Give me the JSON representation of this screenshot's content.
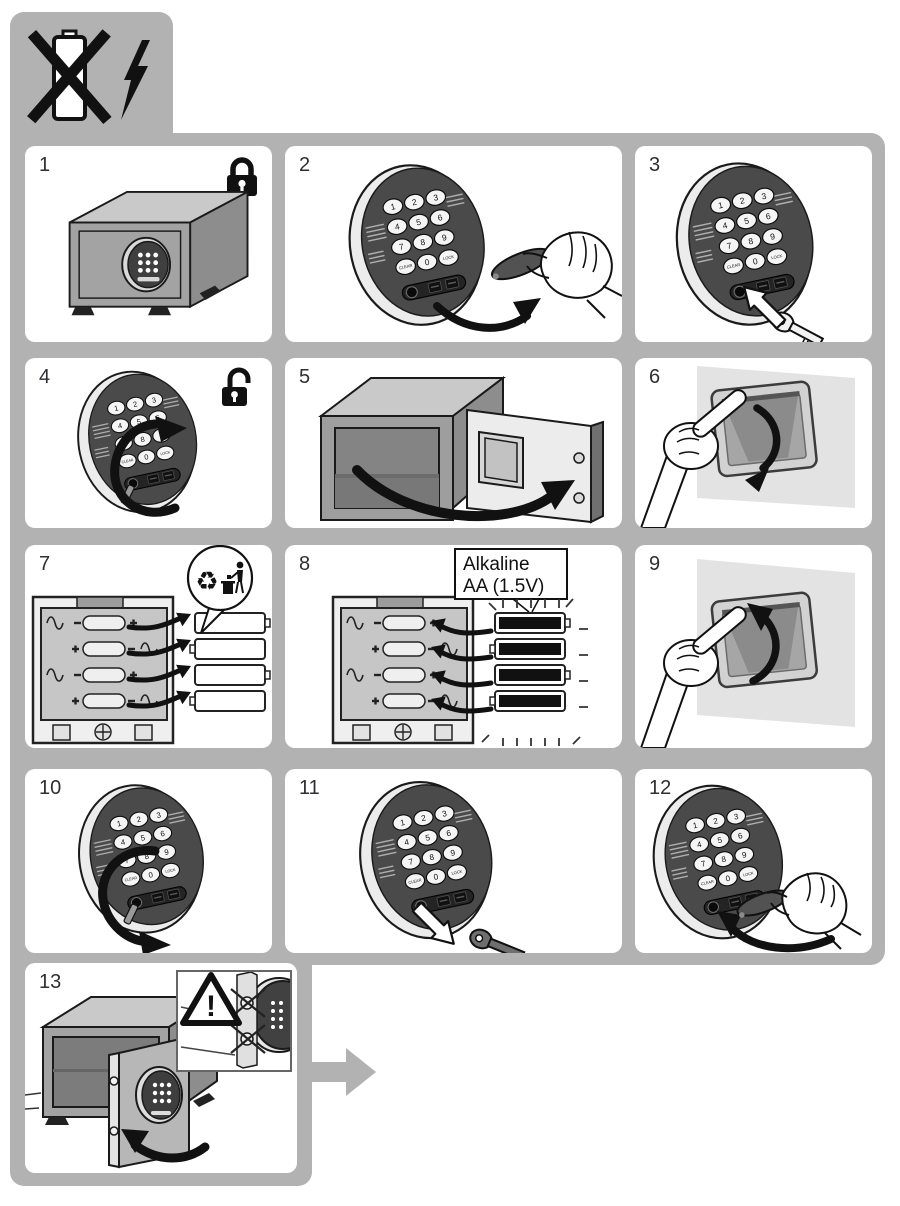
{
  "colors": {
    "background": "#ffffff",
    "block_gray": "#b2b2b2",
    "line": "#1a1a1a",
    "keypad_face": "#4a4a4a"
  },
  "header": {
    "icons": [
      {
        "name": "battery-crossed-icon",
        "meaning": "battery depleted"
      },
      {
        "name": "lightning-bolt-icon",
        "meaning": "power"
      }
    ]
  },
  "keypad": {
    "rows": [
      [
        "1",
        "2",
        "3"
      ],
      [
        "4",
        "5",
        "6"
      ],
      [
        "7",
        "8",
        "9"
      ],
      [
        "CLEAR",
        "0",
        "LOCK"
      ]
    ]
  },
  "flow_arrow": {
    "name": "continue-arrow-icon"
  },
  "steps": [
    {
      "number": "1",
      "icon": "padlock-closed-icon"
    },
    {
      "number": "2"
    },
    {
      "number": "3"
    },
    {
      "number": "4",
      "icon": "padlock-open-icon"
    },
    {
      "number": "5"
    },
    {
      "number": "6"
    },
    {
      "number": "7",
      "icon": "recycle-disposal-icon",
      "recycle_glyph": "♻"
    },
    {
      "number": "8",
      "label": {
        "line1": "Alkaline",
        "line2": "AA (1.5V)"
      }
    },
    {
      "number": "9"
    },
    {
      "number": "10"
    },
    {
      "number": "11"
    },
    {
      "number": "12"
    },
    {
      "number": "13",
      "icon": "warning-triangle-icon",
      "warning_mark": "!"
    }
  ]
}
